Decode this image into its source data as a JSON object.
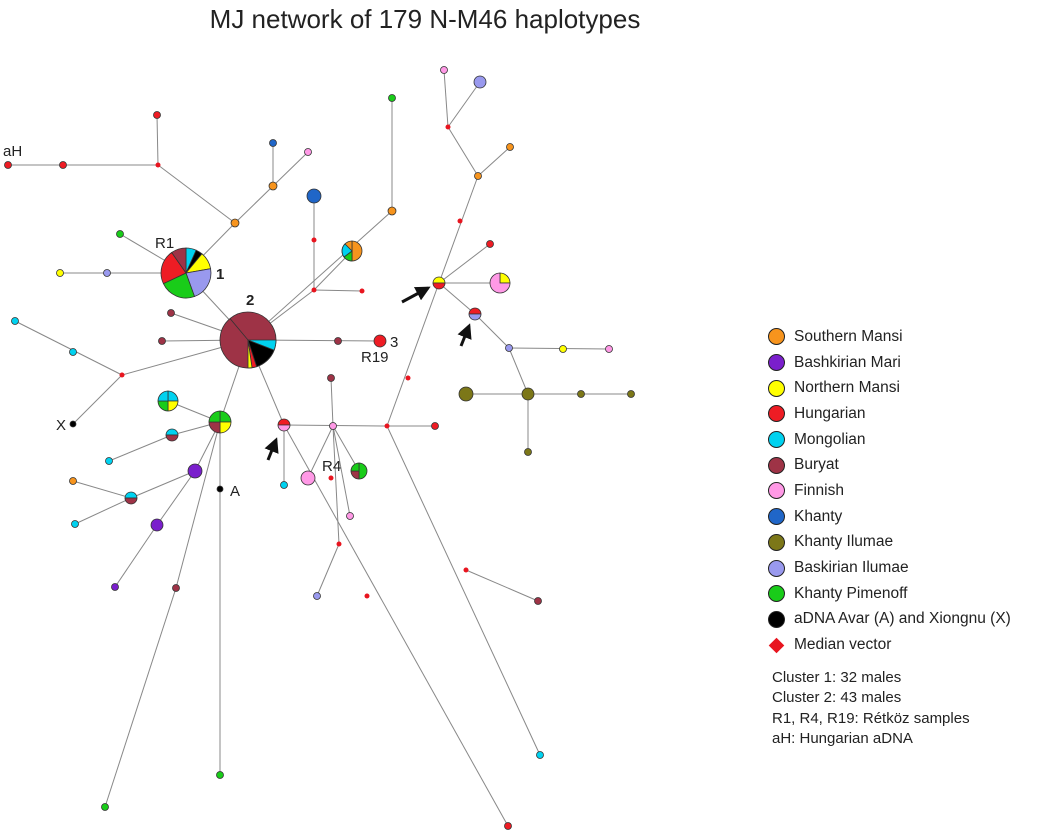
{
  "title": "MJ network of 179 N-M46  haplotypes",
  "colors": {
    "median": "#e8151f",
    "edge": "#888888"
  },
  "legend": [
    {
      "label": "Southern Mansi",
      "color": "#f7941d",
      "shape": "circle"
    },
    {
      "label": "Bashkirian Mari",
      "color": "#7a1fcc",
      "shape": "circle"
    },
    {
      "label": "Northern Mansi",
      "color": "#ffff00",
      "shape": "circle"
    },
    {
      "label": "Hungarian",
      "color": "#ee1c24",
      "shape": "circle"
    },
    {
      "label": "Mongolian",
      "color": "#00d2f0",
      "shape": "circle"
    },
    {
      "label": "Buryat",
      "color": "#9e3346",
      "shape": "circle"
    },
    {
      "label": "Finnish",
      "color": "#ff99e6",
      "shape": "circle"
    },
    {
      "label": "Khanty",
      "color": "#2066c8",
      "shape": "circle"
    },
    {
      "label": "Khanty Ilumae",
      "color": "#7c7718",
      "shape": "circle"
    },
    {
      "label": "Baskirian Ilumae",
      "color": "#9999ee",
      "shape": "circle"
    },
    {
      "label": "Khanty Pimenoff",
      "color": "#19cc19",
      "shape": "circle"
    },
    {
      "label": "aDNA Avar (A) and Xiongnu (X)",
      "color": "#000000",
      "shape": "circle"
    },
    {
      "label": "Median vector",
      "color": "#e8151f",
      "shape": "diamond"
    }
  ],
  "notes": [
    "Cluster 1: 32 males",
    "Cluster 2: 43 males",
    "R1, R4, R19: Rétköz samples",
    "aH: Hungarian aDNA"
  ],
  "labels": {
    "c1": "1",
    "c2": "2",
    "c3": "3",
    "r1": "R1",
    "r4": "R4",
    "r19": "R19",
    "ah": "aH",
    "x": "X",
    "a": "A"
  }
}
